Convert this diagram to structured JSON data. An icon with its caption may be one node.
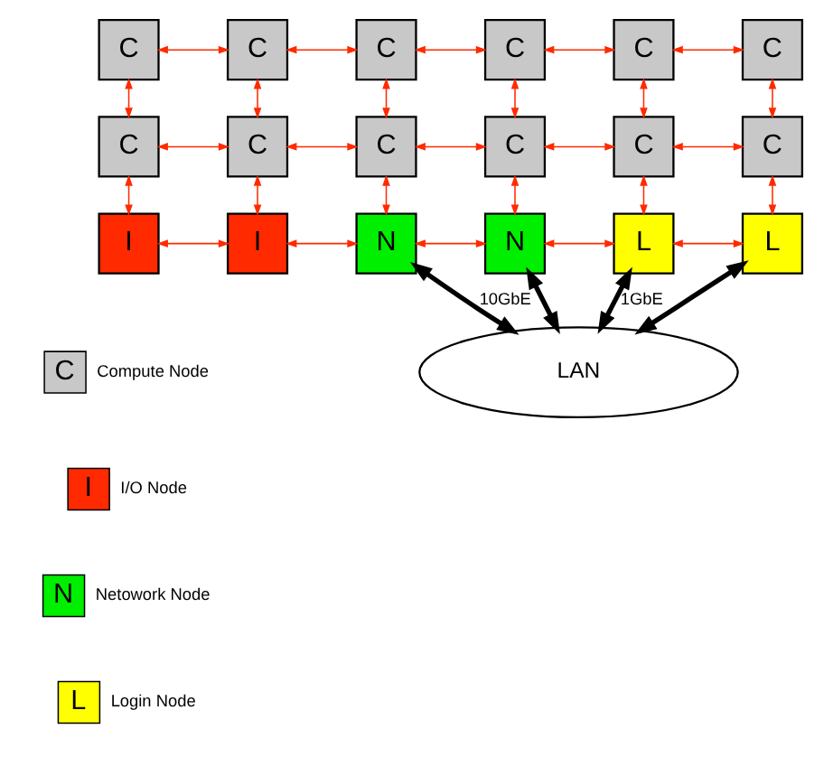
{
  "diagram": {
    "nodes": [
      {
        "text": [
          "C"
        ]
      },
      {
        "text": [
          "C"
        ]
      },
      {
        "text": [
          "C"
        ]
      },
      {
        "text": [
          "C"
        ]
      },
      {
        "text": [
          "C"
        ]
      },
      {
        "text": [
          "C"
        ]
      },
      {
        "text": [
          "C"
        ]
      },
      {
        "text": [
          "C"
        ]
      },
      {
        "text": [
          "C"
        ]
      },
      {
        "text": [
          "C"
        ]
      },
      {
        "text": [
          "C"
        ]
      },
      {
        "text": [
          "C"
        ]
      },
      {
        "text": [
          "I"
        ]
      },
      {
        "text": [
          "I"
        ]
      },
      {
        "text": [
          "N"
        ]
      },
      {
        "text": [
          "N"
        ]
      },
      {
        "text": [
          "L"
        ]
      },
      {
        "text": [
          "L"
        ]
      },
      {
        "text": [
          "LAN"
        ]
      },
      {
        "text": [
          "C"
        ],
        "beside": [
          "Compute Node"
        ]
      },
      {
        "text": [
          "I"
        ],
        "beside": [
          "I/O Node"
        ]
      },
      {
        "text": [
          "N"
        ],
        "beside": [
          "Netowork Node"
        ]
      },
      {
        "text": [
          "L"
        ],
        "beside": [
          "Login Node"
        ]
      }
    ],
    "edges": [
      {
        "from": 0,
        "to": 1,
        "arrow": "both"
      },
      {
        "from": 1,
        "to": 2,
        "arrow": "both"
      },
      {
        "from": 2,
        "to": 3,
        "arrow": "both"
      },
      {
        "from": 3,
        "to": 4,
        "arrow": "both"
      },
      {
        "from": 4,
        "to": 5,
        "arrow": "both"
      },
      {
        "from": 0,
        "to": 6,
        "arrow": "both"
      },
      {
        "from": 1,
        "to": 7,
        "arrow": "both"
      },
      {
        "from": 2,
        "to": 8,
        "arrow": "both"
      },
      {
        "from": 3,
        "to": 9,
        "arrow": "both"
      },
      {
        "from": 4,
        "to": 10,
        "arrow": "both"
      },
      {
        "from": 5,
        "to": 11,
        "arrow": "both"
      },
      {
        "from": 6,
        "to": 7,
        "arrow": "both"
      },
      {
        "from": 7,
        "to": 8,
        "arrow": "both"
      },
      {
        "from": 8,
        "to": 9,
        "arrow": "both"
      },
      {
        "from": 9,
        "to": 10,
        "arrow": "both"
      },
      {
        "from": 10,
        "to": 11,
        "arrow": "both"
      },
      {
        "from": 6,
        "to": 12,
        "arrow": "both"
      },
      {
        "from": 7,
        "to": 13,
        "arrow": "both"
      },
      {
        "from": 8,
        "to": 14,
        "arrow": "both"
      },
      {
        "from": 9,
        "to": 15,
        "arrow": "both"
      },
      {
        "from": 10,
        "to": 16,
        "arrow": "both"
      },
      {
        "from": 11,
        "to": 17,
        "arrow": "both"
      },
      {
        "from": 12,
        "to": 13,
        "arrow": "both"
      },
      {
        "from": 13,
        "to": 14,
        "arrow": "both"
      },
      {
        "from": 14,
        "to": 15,
        "arrow": "both"
      },
      {
        "from": 15,
        "to": 16,
        "arrow": "both"
      },
      {
        "from": 16,
        "to": 17,
        "arrow": "both"
      },
      {
        "from": 14,
        "to": 18,
        "arrow": "both",
        "label": "10GbE",
        "color": "#000000",
        "style": "thick"
      },
      {
        "from": 15,
        "to": 18,
        "arrow": "both",
        "color": "#000000",
        "style": "thick"
      },
      {
        "from": 16,
        "to": 18,
        "arrow": "both",
        "label": "1GbE",
        "color": "#000000",
        "style": "thick"
      },
      {
        "from": 17,
        "to": 18,
        "arrow": "both",
        "color": "#000000",
        "style": "thick"
      }
    ]
  }
}
